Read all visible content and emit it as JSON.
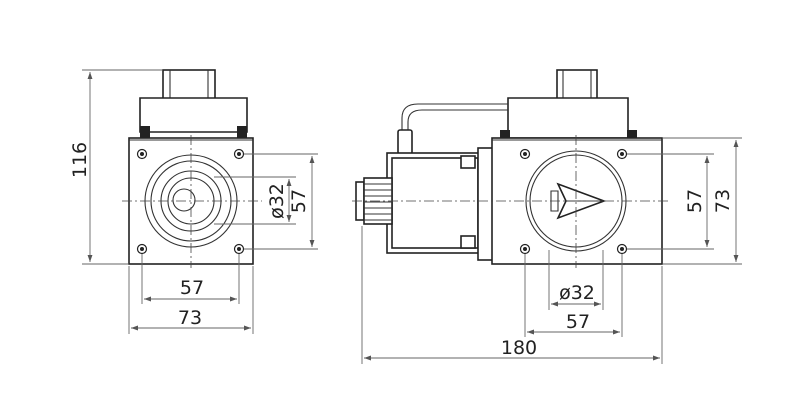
{
  "front_view": {
    "dim_height": "116",
    "dim_bore": "ø32",
    "dim_pitch_vertical": "57",
    "dim_pitch_horizontal": "57",
    "dim_width": "73"
  },
  "side_view": {
    "dim_pitch_vertical": "57",
    "dim_height": "73",
    "dim_bore": "ø32",
    "dim_pitch_horizontal": "57",
    "dim_overall_length": "180"
  }
}
